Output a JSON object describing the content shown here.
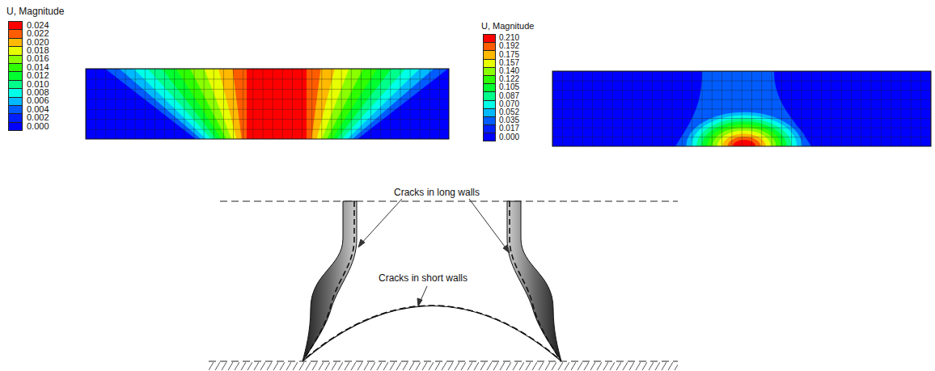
{
  "diagram": {
    "labels": [
      "U, Magnitude",
      "U, Magnitude",
      "Cracks in long walls",
      "Cracks in short walls"
    ],
    "legend": [
      {
        "text": "0.024",
        "color": "#ff0000"
      },
      {
        "text": "0.022",
        "color": "#ff5c00"
      },
      {
        "text": "0.020",
        "color": "#ffb900"
      },
      {
        "text": "0.018",
        "color": "#e7ff00"
      },
      {
        "text": "0.016",
        "color": "#8aff00"
      },
      {
        "text": "0.014",
        "color": "#2eff00"
      },
      {
        "text": "0.012",
        "color": "#00ff2e"
      },
      {
        "text": "0.010",
        "color": "#00ff8a"
      },
      {
        "text": "0.008",
        "color": "#00ffe7"
      },
      {
        "text": "0.006",
        "color": "#00b9ff"
      },
      {
        "text": "0.004",
        "color": "#005cff"
      },
      {
        "text": "0.002",
        "color": "#0020ff"
      },
      {
        "text": "0.000",
        "color": "#0000ff"
      },
      {
        "text": "0.210",
        "color": "#ff0000"
      },
      {
        "text": "0.192",
        "color": "#ff5c00"
      },
      {
        "text": "0.175",
        "color": "#ffb900"
      },
      {
        "text": "0.157",
        "color": "#e7ff00"
      },
      {
        "text": "0.140",
        "color": "#8aff00"
      },
      {
        "text": "0.122",
        "color": "#2eff00"
      },
      {
        "text": "0.105",
        "color": "#00ff2e"
      },
      {
        "text": "0.087",
        "color": "#00ff8a"
      },
      {
        "text": "0.070",
        "color": "#00ffe7"
      },
      {
        "text": "0.052",
        "color": "#00b9ff"
      },
      {
        "text": "0.035",
        "color": "#005cff"
      },
      {
        "text": "0.017",
        "color": "#0020ff"
      },
      {
        "text": "0.000",
        "color": "#0000ff"
      }
    ]
  }
}
